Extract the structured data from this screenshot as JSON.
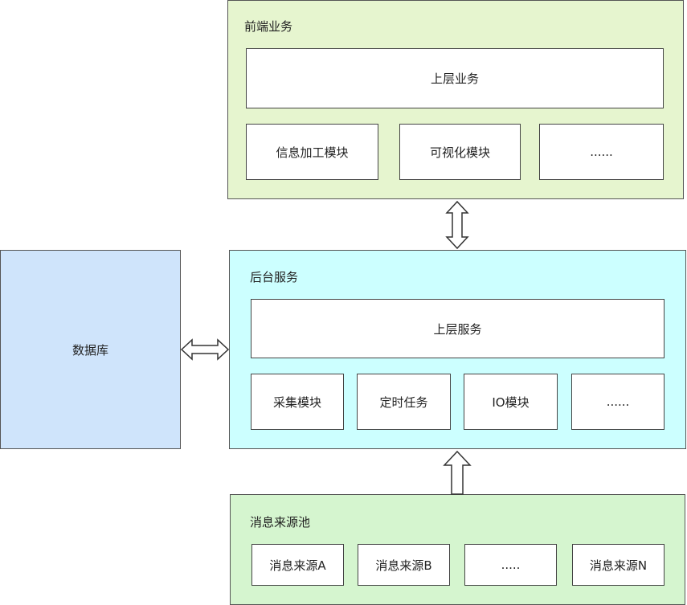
{
  "colors": {
    "frontend_fill": "#e6f5cf",
    "backend_fill": "#ccffff",
    "sources_fill": "#d5f5cf",
    "database_fill": "#cfe4fb",
    "box_fill": "#ffffff",
    "border": "#444444"
  },
  "frontend": {
    "title": "前端业务",
    "upper": "上层业务",
    "modules": [
      "信息加工模块",
      "可视化模块",
      "......"
    ]
  },
  "backend": {
    "title": "后台服务",
    "upper": "上层服务",
    "modules": [
      "采集模块",
      "定时任务",
      "IO模块",
      "......"
    ]
  },
  "sources": {
    "title": "消息来源池",
    "items": [
      "消息来源A",
      "消息来源B",
      ".....",
      "消息来源N"
    ]
  },
  "database": {
    "label": "数据库"
  },
  "connectors": [
    {
      "from": "frontend",
      "to": "backend",
      "type": "bidirectional"
    },
    {
      "from": "database",
      "to": "backend",
      "type": "bidirectional"
    },
    {
      "from": "sources",
      "to": "backend",
      "type": "unidirectional"
    }
  ]
}
